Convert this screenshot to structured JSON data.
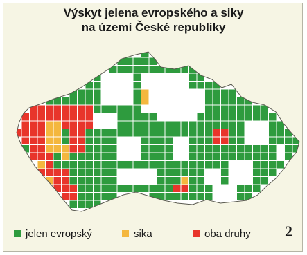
{
  "map": {
    "title_lines": [
      "Výskyt jelena evropského a siky",
      "na území České republiky"
    ],
    "colors": {
      "jelen": "#2e9b3e",
      "sika": "#f4b73e",
      "oba": "#e8352b",
      "background": "#f6f5e4",
      "territory": "#ffffff",
      "border": "#5a5a50"
    },
    "legend": [
      {
        "key": "jelen",
        "label": "jelen evropský"
      },
      {
        "key": "sika",
        "label": "sika"
      },
      {
        "key": "oba",
        "label": "oba druhy"
      }
    ],
    "figure_number": "2"
  }
}
